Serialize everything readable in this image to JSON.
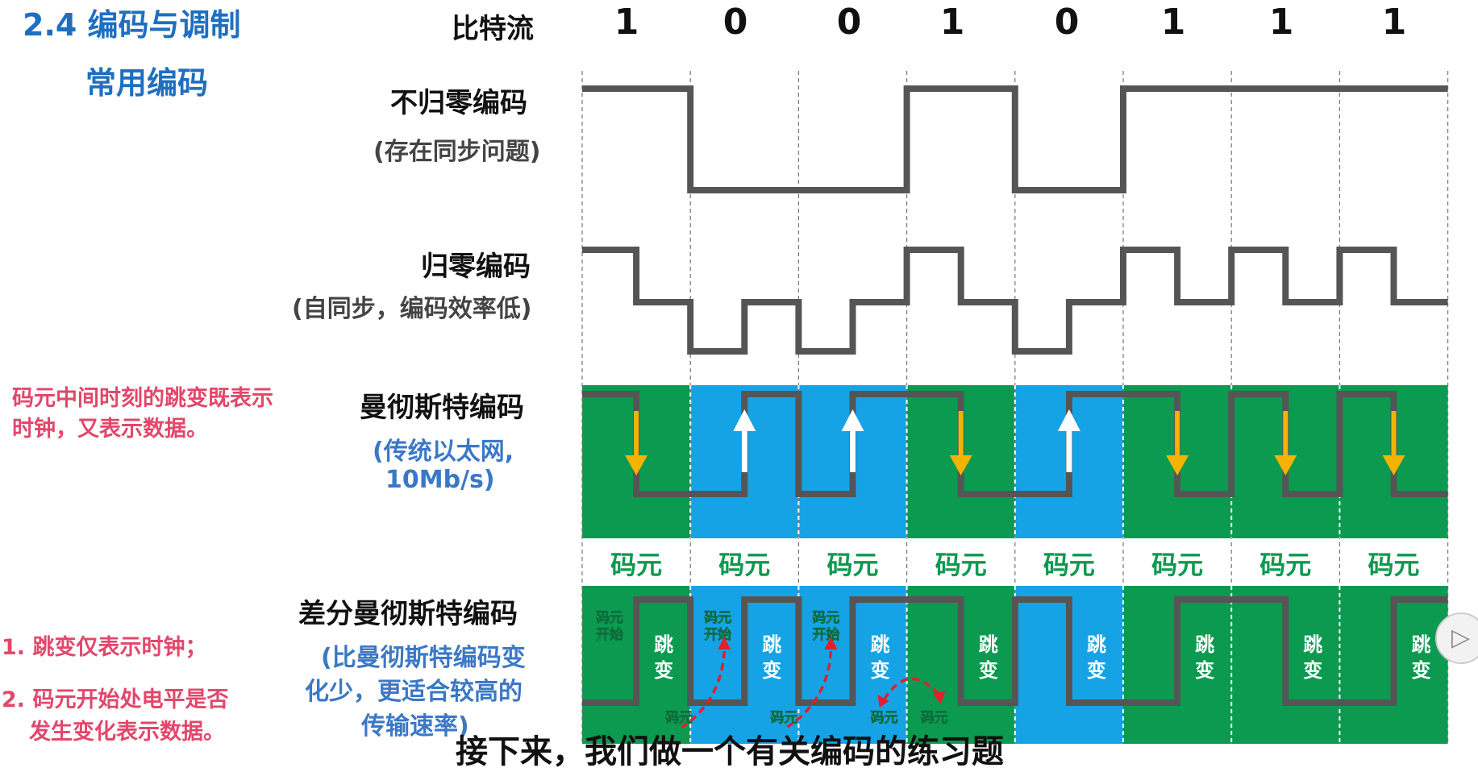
{
  "header": {
    "title": "2.4 编码与调制",
    "subtitle": "常用编码",
    "bitstream_label": "比特流"
  },
  "bits": [
    "1",
    "0",
    "0",
    "1",
    "0",
    "1",
    "1",
    "1"
  ],
  "rows": {
    "nrz": {
      "label": "不归零编码",
      "sub": "(存在同步问题)"
    },
    "rz": {
      "label": "归零编码",
      "sub": "(自同步，编码效率低)"
    },
    "manchester": {
      "label": "曼彻斯特编码",
      "sub_line1": "(传统以太网,",
      "sub_line2": "10Mb/s)"
    },
    "diff": {
      "label": "差分曼彻斯特编码",
      "sub_line1": "(比曼彻斯特编码变",
      "sub_line2": "化少，更适合较高的",
      "sub_line3": "传输速率)"
    }
  },
  "notes": {
    "manchester_line1": "码元中间时刻的跳变既表示",
    "manchester_line2": "时钟，又表示数据。",
    "diff_line1": "1. 跳变仅表示时钟；",
    "diff_line2": "2. 码元开始处电平是否",
    "diff_line3": "发生变化表示数据。"
  },
  "symbol_label": "码元",
  "jump_label": "跳变",
  "start_label": "码元开始",
  "caption": "接下来，我们做一个有关编码的练习题",
  "colors": {
    "green": "#0b9a4f",
    "blue": "#15a3e6",
    "signal": "#555555",
    "arrow_down": "#f5b300",
    "arrow_up": "#ffffff",
    "title": "#1f6fc1",
    "note": "#e2476b"
  }
}
